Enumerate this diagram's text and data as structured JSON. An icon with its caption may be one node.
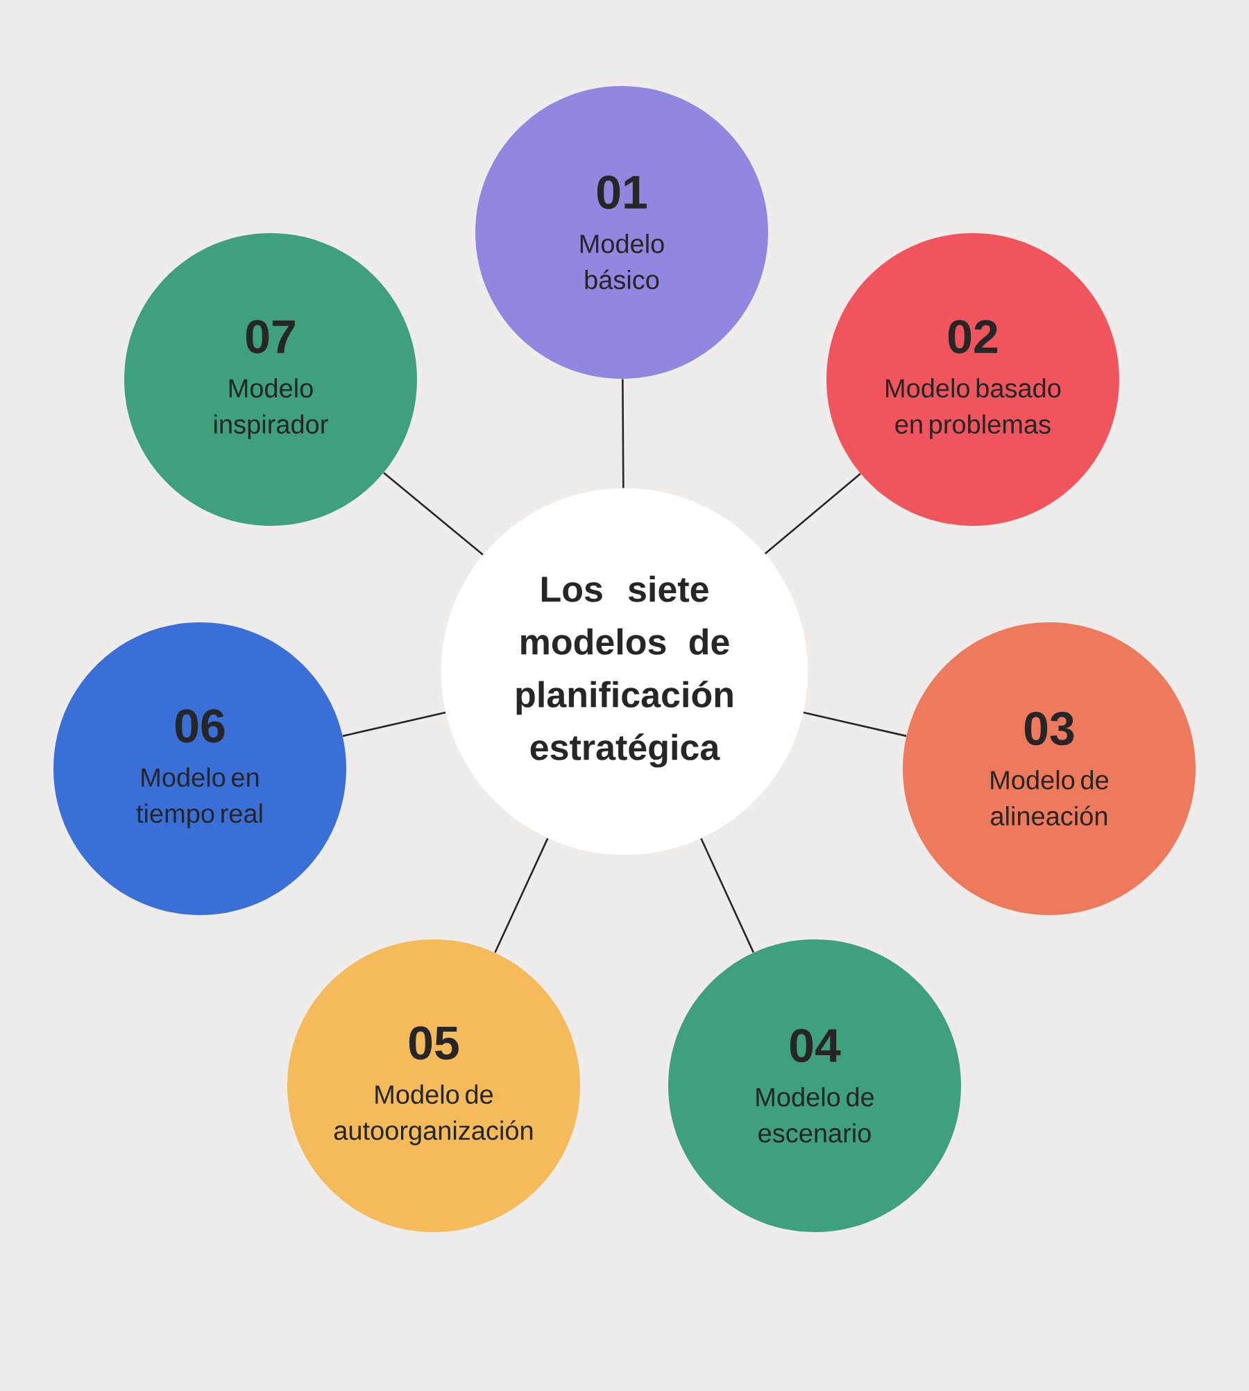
{
  "diagram": {
    "nodes": [
      {
        "text": [
          "Los siete modelos de planificación estratégica"
        ]
      },
      {
        "text": [
          "01",
          "Modelo básico"
        ]
      },
      {
        "text": [
          "02",
          "Modelo basado en problemas"
        ]
      },
      {
        "text": [
          "03",
          "Modelo de alineación"
        ]
      },
      {
        "text": [
          "04",
          "Modelo de escenario"
        ]
      },
      {
        "text": [
          "05",
          "Modelo de autoorganización"
        ]
      },
      {
        "text": [
          "06",
          "Modelo en tiempo real"
        ]
      },
      {
        "text": [
          "07",
          "Modelo inspirador"
        ]
      }
    ],
    "edges": [
      {
        "from": 0,
        "to": 1,
        "arrow": "none"
      },
      {
        "from": 0,
        "to": 2,
        "arrow": "none"
      },
      {
        "from": 0,
        "to": 3,
        "arrow": "none"
      },
      {
        "from": 0,
        "to": 4,
        "arrow": "none"
      },
      {
        "from": 0,
        "to": 5,
        "arrow": "none"
      },
      {
        "from": 0,
        "to": 6,
        "arrow": "none"
      },
      {
        "from": 0,
        "to": 7,
        "arrow": "none"
      }
    ]
  }
}
